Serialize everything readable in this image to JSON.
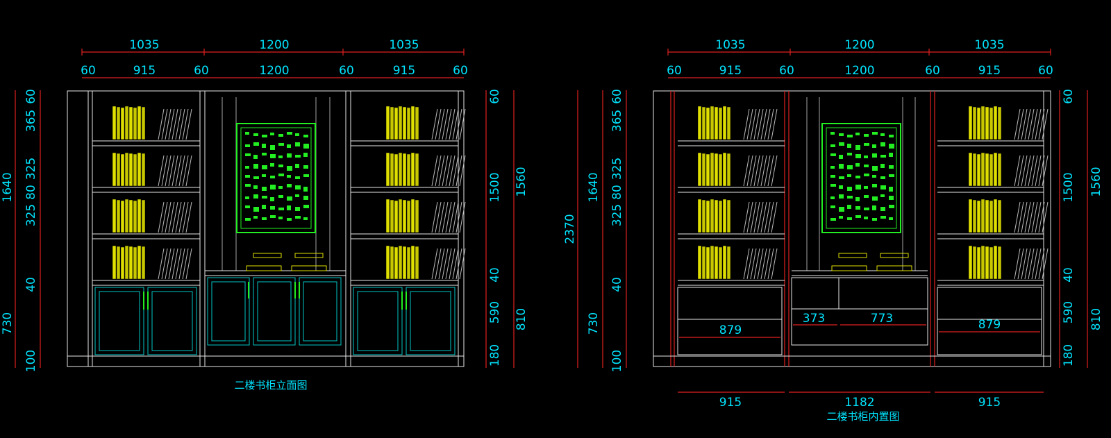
{
  "colors": {
    "background": "#000000",
    "dimension_text": "#00e5ff",
    "dimension_line": "#e02020",
    "frame": "#e8e8e8",
    "door": "#00c8c8",
    "books": "#e0e000",
    "calligraphy": "#22ee22"
  },
  "left_drawing": {
    "caption": "二楼书柜立面图",
    "top_dims_row1": [
      "1035",
      "1200",
      "1035"
    ],
    "top_dims_row2": [
      "60",
      "915",
      "60",
      "1200",
      "60",
      "915",
      "60"
    ],
    "left_dims_outer": [
      "1640",
      "730",
      "100"
    ],
    "left_dims_inner": [
      "60",
      "365",
      "325",
      "80",
      "325",
      "40"
    ],
    "right_dims_inner": [
      "60",
      "1500",
      "40",
      "590",
      "180"
    ],
    "right_dims_outer": [
      "1560",
      "810"
    ]
  },
  "right_drawing": {
    "caption": "二楼书柜内置图",
    "top_dims_row1": [
      "1035",
      "1200",
      "1035"
    ],
    "top_dims_row2": [
      "60",
      "915",
      "60",
      "1200",
      "60",
      "915",
      "60"
    ],
    "left_dims_far": [
      "2370"
    ],
    "left_dims_outer": [
      "1640",
      "730",
      "100"
    ],
    "left_dims_inner": [
      "60",
      "365",
      "325",
      "80",
      "325",
      "40"
    ],
    "right_dims_inner": [
      "60",
      "1500",
      "40",
      "590",
      "180"
    ],
    "right_dims_outer": [
      "1560",
      "810"
    ],
    "drawer_dims": [
      "879",
      "373",
      "773",
      "879"
    ],
    "bottom_dims": [
      "915",
      "1182",
      "915"
    ]
  }
}
